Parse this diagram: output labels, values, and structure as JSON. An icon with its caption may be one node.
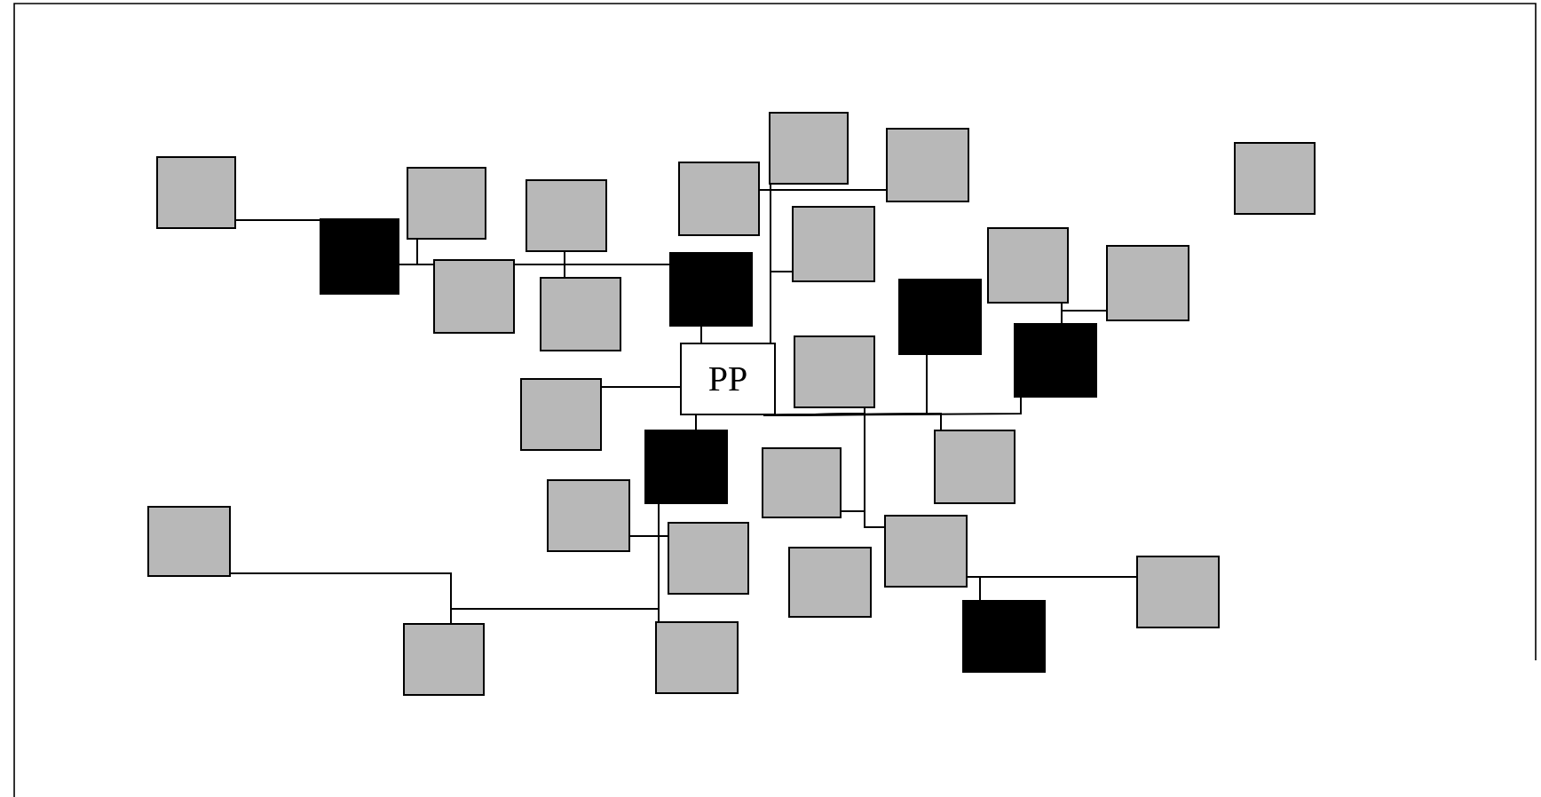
{
  "diagram": {
    "nodes": [
      {
        "text": [],
        "shape": "box"
      },
      {
        "text": [],
        "shape": "box"
      },
      {
        "text": [],
        "shape": "box"
      },
      {
        "text": [],
        "shape": "box"
      },
      {
        "text": [],
        "shape": "box"
      },
      {
        "text": [],
        "shape": "box"
      },
      {
        "text": [],
        "shape": "box"
      },
      {
        "text": [],
        "shape": "box"
      },
      {
        "text": [],
        "shape": "box"
      },
      {
        "text": [],
        "shape": "box"
      },
      {
        "text": [],
        "shape": "box"
      },
      {
        "text": [
          "PP"
        ]
      },
      {
        "text": [],
        "shape": "box"
      },
      {
        "text": [],
        "shape": "box"
      },
      {
        "text": [],
        "shape": "box"
      },
      {
        "text": [],
        "shape": "box"
      },
      {
        "text": [],
        "shape": "box"
      },
      {
        "text": [],
        "shape": "box"
      },
      {
        "text": [],
        "shape": "box"
      },
      {
        "text": [],
        "shape": "box"
      },
      {
        "text": [],
        "shape": "box"
      },
      {
        "text": [],
        "shape": "box"
      },
      {
        "text": [],
        "shape": "box"
      },
      {
        "text": [],
        "shape": "box"
      },
      {
        "text": [],
        "shape": "box"
      },
      {
        "text": [],
        "shape": "box"
      },
      {
        "text": [],
        "shape": "box"
      },
      {
        "text": [],
        "shape": "box"
      },
      {
        "text": [],
        "shape": "box"
      },
      {
        "text": [],
        "shape": "box"
      },
      {
        "text": [],
        "shape": "box"
      }
    ],
    "edges": [
      {
        "from": 0,
        "to": 1,
        "arrow": "none"
      },
      {
        "from": 1,
        "to": 2,
        "arrow": "none"
      },
      {
        "from": 1,
        "to": 3,
        "arrow": "none"
      },
      {
        "from": 3,
        "to": 7,
        "arrow": "none"
      },
      {
        "from": 7,
        "to": 4,
        "arrow": "none"
      },
      {
        "from": 7,
        "to": 5,
        "arrow": "none"
      },
      {
        "from": 7,
        "to": 11,
        "arrow": "none"
      },
      {
        "from": 11,
        "to": 6,
        "arrow": "none"
      },
      {
        "from": 11,
        "to": 8,
        "arrow": "none"
      },
      {
        "from": 11,
        "to": 9,
        "arrow": "none"
      },
      {
        "from": 11,
        "to": 10,
        "arrow": "none"
      },
      {
        "from": 12,
        "to": 11,
        "arrow": "none"
      },
      {
        "from": 11,
        "to": 19,
        "arrow": "none"
      },
      {
        "from": 11,
        "to": 13,
        "arrow": "none"
      },
      {
        "from": 11,
        "to": 14,
        "arrow": "none"
      },
      {
        "from": 11,
        "to": 17,
        "arrow": "none"
      },
      {
        "from": 11,
        "to": 21,
        "arrow": "none"
      },
      {
        "from": 11,
        "to": 20,
        "arrow": "none"
      },
      {
        "from": 11,
        "to": 25,
        "arrow": "none"
      },
      {
        "from": 17,
        "to": 15,
        "arrow": "none"
      },
      {
        "from": 17,
        "to": 16,
        "arrow": "none"
      },
      {
        "from": 25,
        "to": 29,
        "arrow": "none"
      },
      {
        "from": 25,
        "to": 30,
        "arrow": "none"
      },
      {
        "from": 19,
        "to": 22,
        "arrow": "none"
      },
      {
        "from": 19,
        "to": 23,
        "arrow": "none"
      },
      {
        "from": 19,
        "to": 28,
        "arrow": "none"
      },
      {
        "from": 19,
        "to": 26,
        "arrow": "none"
      },
      {
        "from": 19,
        "to": 27,
        "arrow": "none"
      }
    ]
  }
}
